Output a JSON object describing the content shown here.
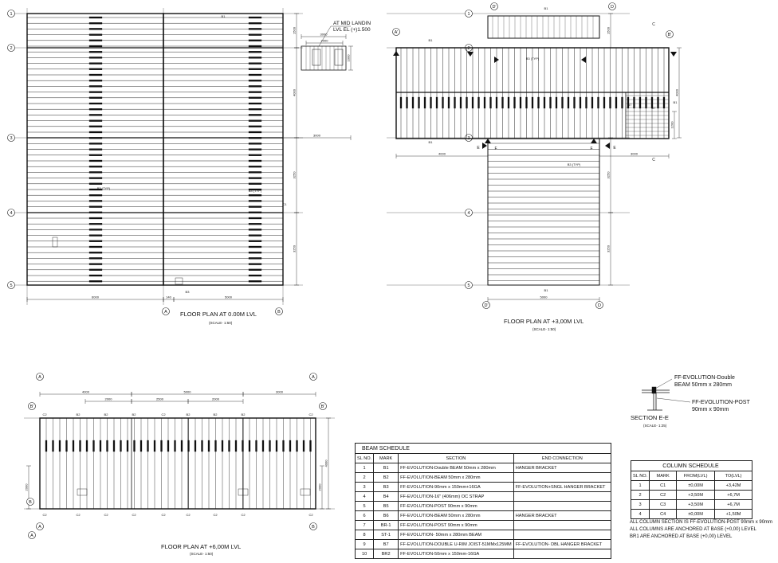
{
  "plan1": {
    "title": "FLOOR PLAN AT 0.00M LVL",
    "scale": "(SCALE- 1:50)",
    "grid": [
      "1",
      "2",
      "3",
      "4",
      "5"
    ],
    "dim_bottom": [
      "6000",
      "140",
      "5000"
    ],
    "dims_right": [
      "1500",
      "4000",
      "3250",
      "3250"
    ],
    "beam_labels": [
      "B1",
      "B2",
      "B2",
      "B3 (TYP)",
      "B3 (TYP)",
      "B3",
      "C1"
    ],
    "section_marks": [
      "A",
      "B"
    ],
    "landing_note": "AT MID LANDIN\nLVL EL (+)1.500",
    "landing_dims": [
      "3000",
      "2000",
      "1000",
      "3000"
    ],
    "landing_labels": [
      "C3",
      "C4",
      "C1",
      "C4",
      "B6 (TYP)",
      "B6 (TYP)"
    ],
    "small_beams": [
      "C1",
      "B1",
      "B6",
      "C1",
      "C1",
      "C1",
      "C1"
    ]
  },
  "plan2": {
    "title": "FLOOR PLAN AT +3,00M LVL",
    "scale": "(SCALE- 1:50)",
    "grid": [
      "1",
      "2",
      "3",
      "4",
      "5"
    ],
    "marks": [
      "D'",
      "D",
      "A'",
      "B'",
      "C",
      "C",
      "E",
      "E",
      "F",
      "F",
      "D'",
      "D"
    ],
    "dims": [
      "1500",
      "4000",
      "3250",
      "3250",
      "4000",
      "3000",
      "1200",
      "5000"
    ],
    "beam_labels": [
      "B1",
      "B1",
      "B1",
      "B3 (TYP)",
      "B3 (TYP)",
      "B7",
      "B7",
      "B1",
      "B1"
    ]
  },
  "plan3": {
    "title": "FLOOR PLAN AT +6,00M LVL",
    "scale": "(SCALE- 1:50)",
    "top_dims": [
      "4000",
      "5000",
      "3000",
      "2000",
      "2500",
      "2000"
    ],
    "side_dims": [
      "4000",
      "2000",
      "2000"
    ],
    "marks": [
      "A",
      "B'",
      "B'",
      "A",
      "B",
      "A",
      "B",
      "A"
    ],
    "labels": [
      "C2",
      "C2",
      "B2",
      "C2",
      "B2",
      "C2",
      "B2",
      "C2",
      "C2",
      "C2",
      "B2",
      "C2",
      "B2",
      "C2",
      "B2",
      "C2",
      "C2",
      "C2"
    ]
  },
  "section": {
    "title": "SECTION E-E",
    "scale": "(SCALE- 1:25)",
    "note1": "FF-EVOLUTION-Double\nBEAM 50mm x 280mm",
    "note2": "FF-EVOLUTION-POST\n90mm x 90mm"
  },
  "beam_schedule": {
    "title": "BEAM SCHEDULE",
    "headers": [
      "SL NO.",
      "MARK",
      "SECTION",
      "END CONNECTION"
    ],
    "rows": [
      [
        "1",
        "B1",
        "FF-EVOLUTION-Double BEAM 50mm x 280mm",
        "HANGER BRACKET"
      ],
      [
        "2",
        "B2",
        "FF-EVOLUTION-BEAM 50mm x 280mm",
        ""
      ],
      [
        "3",
        "B3",
        "FF-EVOLUTION-90mm x 150mm+16GA",
        "FF-EVOLUTION+SNGL HANGER BRACKET"
      ],
      [
        "4",
        "B4",
        "FF-EVOLUTION-16\" (406mm) OC STRAP",
        ""
      ],
      [
        "5",
        "B5",
        "FF-EVOLUTION-POST 90mm x 90mm",
        ""
      ],
      [
        "6",
        "B6",
        "FF-EVOLUTION-BEAM 50mm x 280mm",
        "HANGER BRACKET"
      ],
      [
        "7",
        "BR-1",
        "FF-EVOLUTION-POST 90mm x 90mm",
        ""
      ],
      [
        "8",
        "ST-1",
        "FF-EVOLUTION- 50mm x 280mm BEAM",
        ""
      ],
      [
        "9",
        "B7",
        "FF-EVOLUTION-DOUBLE U-RIM JOIST-51MMx125MM",
        "FF-EVOLUTION- DBL HANGER BRACKET"
      ],
      [
        "10",
        "BR2",
        "FF-EVOLUTION-50mm x 150mm-16GA",
        ""
      ]
    ]
  },
  "column_schedule": {
    "title": "COLUMN SCHEDULE",
    "headers": [
      "SL NO.",
      "MARK",
      "FROM(LVL)",
      "TO(LVL)"
    ],
    "rows": [
      [
        "1",
        "C1",
        "±0,00M",
        "+3,42M"
      ],
      [
        "2",
        "C2",
        "+3,50M",
        "+6,7M"
      ],
      [
        "3",
        "C3",
        "+3,50M",
        "+6,7M"
      ],
      [
        "4",
        "C4",
        "±0,00M",
        "+1,50M"
      ]
    ]
  },
  "notes": [
    "ALL COLUMN SECTION IS FF-EVOLUTION-POST 90mm x 90mm",
    "ALL COLUMNS ARE ANCHORED AT BASE (+0,00) LEVEL",
    "BR1 ARE ANCHORED AT BASE (+0,00) LEVEL"
  ]
}
